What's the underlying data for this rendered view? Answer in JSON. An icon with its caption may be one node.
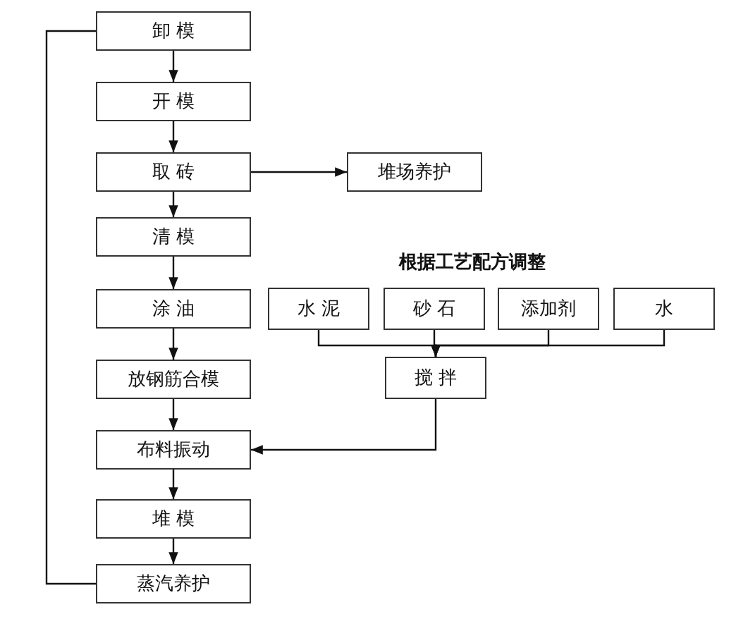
{
  "diagram": {
    "nodes": [
      {
        "text": [
          "卸 模"
        ]
      },
      {
        "text": [
          "开 模"
        ]
      },
      {
        "text": [
          "取 砖"
        ]
      },
      {
        "text": [
          "堆场养护"
        ]
      },
      {
        "text": [
          "清 模"
        ]
      },
      {
        "text": [
          "涂 油"
        ]
      },
      {
        "text": [
          "放钢筋合模"
        ]
      },
      {
        "text": [
          "布料振动"
        ]
      },
      {
        "text": [
          "堆 模"
        ]
      },
      {
        "text": [
          "蒸汽养护"
        ]
      },
      {
        "text": [
          "水 泥"
        ]
      },
      {
        "text": [
          "砂 石"
        ]
      },
      {
        "text": [
          "添加剂"
        ]
      },
      {
        "text": [
          "水"
        ]
      },
      {
        "text": [
          "搅 拌"
        ]
      }
    ],
    "edges": [
      {
        "from": 0,
        "to": 1,
        "arrow": "to"
      },
      {
        "from": 1,
        "to": 2,
        "arrow": "to"
      },
      {
        "from": 2,
        "to": 3,
        "arrow": "to"
      },
      {
        "from": 2,
        "to": 4,
        "arrow": "to"
      },
      {
        "from": 4,
        "to": 5,
        "arrow": "to"
      },
      {
        "from": 5,
        "to": 6,
        "arrow": "to"
      },
      {
        "from": 6,
        "to": 7,
        "arrow": "to"
      },
      {
        "from": 7,
        "to": 8,
        "arrow": "to"
      },
      {
        "from": 8,
        "to": 9,
        "arrow": "to"
      },
      {
        "from": 9,
        "to": 0,
        "arrow": "none"
      },
      {
        "from": 10,
        "to": 14,
        "arrow": "to"
      },
      {
        "from": 11,
        "to": 14,
        "arrow": "to"
      },
      {
        "from": 12,
        "to": 14,
        "arrow": "to"
      },
      {
        "from": 13,
        "to": 14,
        "arrow": "to"
      },
      {
        "from": 14,
        "to": 7,
        "arrow": "to"
      }
    ],
    "labels": [
      "根据工艺配方调整"
    ]
  }
}
